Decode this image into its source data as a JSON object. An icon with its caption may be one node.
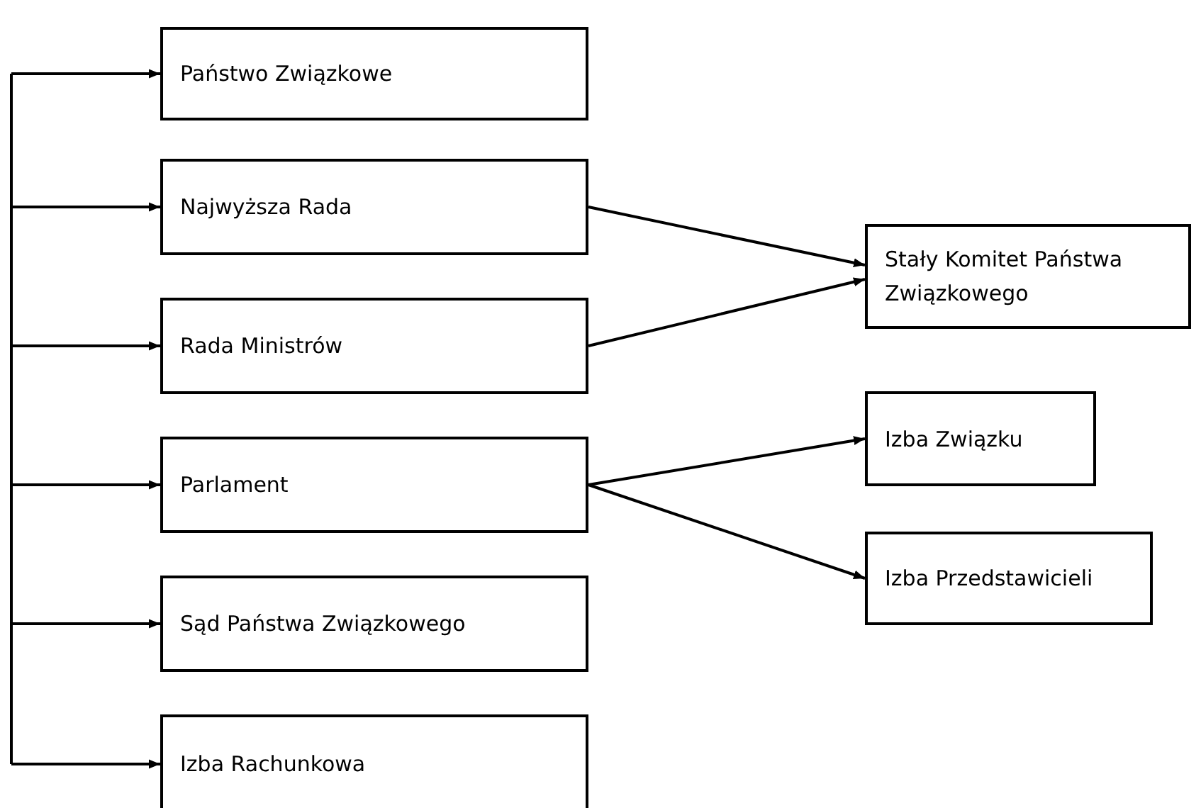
{
  "diagram": {
    "nodes": [
      {
        "text": [
          "Państwo Związkowe"
        ]
      },
      {
        "text": [
          "Najwyższa Rada"
        ]
      },
      {
        "text": [
          "Rada Ministrów"
        ]
      },
      {
        "text": [
          "Parlament"
        ]
      },
      {
        "text": [
          "Sąd Państwa Związkowego"
        ]
      },
      {
        "text": [
          "Izba Rachunkowa"
        ]
      },
      {
        "text": [
          "Stały Komitet Państwa Związkowego"
        ]
      },
      {
        "text": [
          "Izba Związku"
        ]
      },
      {
        "text": [
          "Izba Przedstawicieli"
        ]
      }
    ],
    "edges": [
      {
        "from": null,
        "to": 0,
        "arrow": "to"
      },
      {
        "from": null,
        "to": 1,
        "arrow": "to"
      },
      {
        "from": null,
        "to": 2,
        "arrow": "to"
      },
      {
        "from": null,
        "to": 3,
        "arrow": "to"
      },
      {
        "from": null,
        "to": 4,
        "arrow": "to"
      },
      {
        "from": null,
        "to": 5,
        "arrow": "to"
      },
      {
        "from": 1,
        "to": 6,
        "arrow": "to"
      },
      {
        "from": 2,
        "to": 6,
        "arrow": "to"
      },
      {
        "from": 3,
        "to": 7,
        "arrow": "to"
      },
      {
        "from": 3,
        "to": 8,
        "arrow": "to"
      }
    ]
  }
}
